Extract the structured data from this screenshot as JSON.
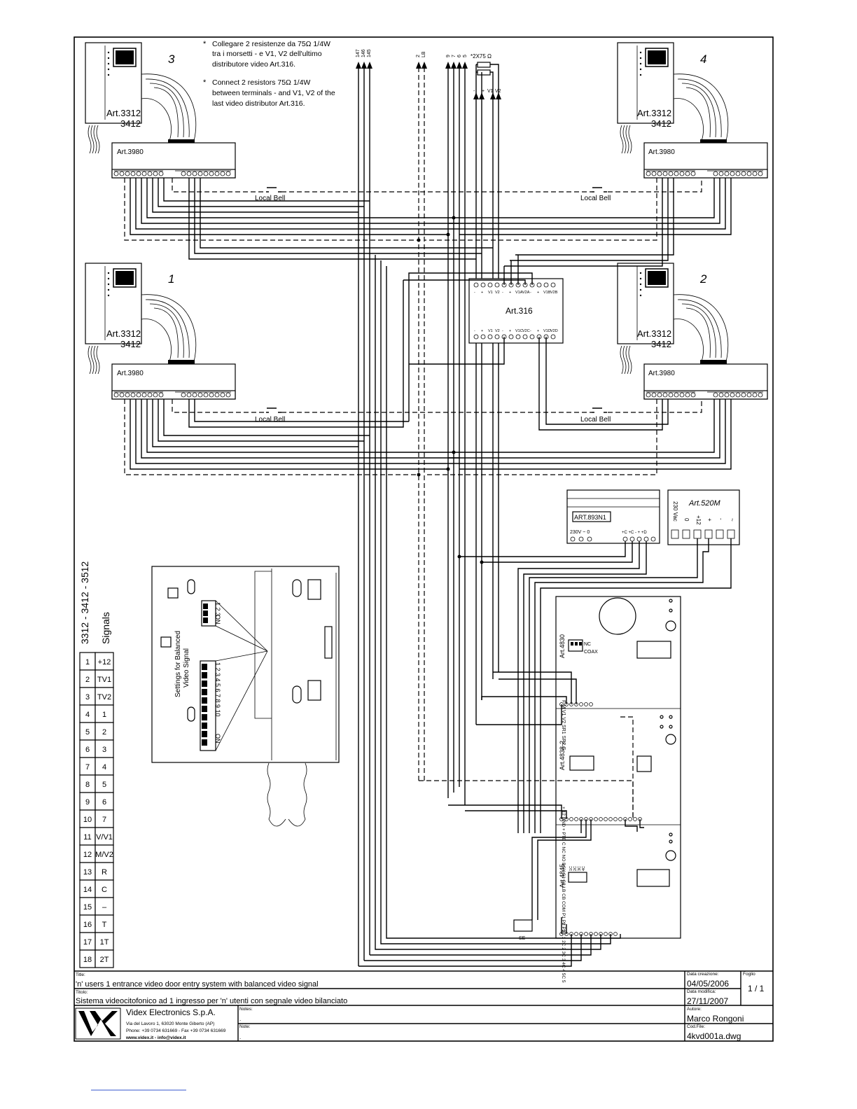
{
  "notes": {
    "it": [
      "Collegare 2 resistenze da    75Ω 1/4W",
      "tra i morsetti - e V1, V2 dell'ultimo",
      "distributore video Art.316."
    ],
    "en": [
      "Connect 2 resistors    75Ω 1/4W",
      "between terminals - and V1, V2 of the",
      "last video distributor Art.316."
    ],
    "bullet": "*"
  },
  "bus_labels": {
    "left_group": [
      "147",
      "146",
      "145"
    ],
    "mid_group": [
      "2",
      "LB"
    ],
    "right_group": [
      "9",
      "7",
      "6",
      "5"
    ],
    "resistor": "*2X75 Ω",
    "resistor_terms": [
      "-",
      "+",
      "V1",
      "V2"
    ]
  },
  "monitors": [
    {
      "num": "3",
      "art": "Art.3312",
      "art2": "3412",
      "base": "Art.3980",
      "bell": "Local Bell"
    },
    {
      "num": "4",
      "art": "Art.3312",
      "art2": "3412",
      "base": "Art.3980",
      "bell": "Local Bell"
    },
    {
      "num": "1",
      "art": "Art.3312",
      "art2": "3412",
      "base": "Art.3980",
      "bell": "Local Bell"
    },
    {
      "num": "2",
      "art": "Art.3312",
      "art2": "3412",
      "base": "Art.3980",
      "bell": "Local Bell"
    }
  ],
  "distributor": {
    "label": "Art.316",
    "terms_top": [
      "-",
      "+",
      "V1",
      "V2",
      "-",
      "+",
      "V1A",
      "V2A",
      "-",
      "+",
      "V1B",
      "V2B"
    ],
    "terms_bottom": [
      "-",
      "+",
      "V1",
      "V2",
      "-",
      "+",
      "V1C",
      "V2C",
      "-",
      "+",
      "V1D",
      "V2D"
    ]
  },
  "psu893": {
    "label": "ART.893N1",
    "terms": "230V  ~  0",
    "terms2": "+C  +C  -  +  +D"
  },
  "psu520": {
    "label": "Art.520M",
    "terms": [
      "230 Vac",
      "0",
      "+12",
      "+",
      "-",
      "~"
    ]
  },
  "signals": {
    "title": "3312 - 3412 - 3512",
    "subtitle": "Signals",
    "rows": [
      [
        "1",
        "+12"
      ],
      [
        "2",
        "TV1"
      ],
      [
        "3",
        "TV2"
      ],
      [
        "4",
        "1"
      ],
      [
        "5",
        "2"
      ],
      [
        "6",
        "3"
      ],
      [
        "7",
        "4"
      ],
      [
        "8",
        "5"
      ],
      [
        "9",
        "6"
      ],
      [
        "10",
        "7"
      ],
      [
        "11",
        "V/V1"
      ],
      [
        "12",
        "M/V2"
      ],
      [
        "13",
        "R"
      ],
      [
        "14",
        "C"
      ],
      [
        "15",
        "–"
      ],
      [
        "16",
        "T"
      ],
      [
        "17",
        "1T"
      ],
      [
        "18",
        "2T"
      ]
    ]
  },
  "settings": {
    "line1": "Settings for Balanced",
    "line2": "Video Signal",
    "on": "ON",
    "dip3": "1 2 3",
    "dip10": "1 2 3 4 5 6 7 8 9 10"
  },
  "panel": {
    "m4830": {
      "label": "Art.4830",
      "sw": [
        "NC",
        "COAX"
      ],
      "terms": "F  M  V1  V2  SR1  SR2  G"
    },
    "m4838": {
      "label": "Art.4838-2",
      "terms": "+  12  GND  +  PTE  C  NC  NO  BSY  S1  S2  LB  CB  COM  P1  P2  P3"
    },
    "m4845": {
      "label": "Art.4845",
      "sw": [
        "1C",
        "2C",
        "3C",
        "4C"
      ],
      "terms": "+  -  1C  1  2C  2  3C  3  4C  4  5C  5"
    },
    "se": "SE"
  },
  "title_block": {
    "title_lbl": "Title:",
    "title": "'n' users 1 entrance video door entry system with balanced video signal",
    "titolo_lbl": "Titolo:",
    "titolo": "Sistema videocitofonico ad 1 ingresso per 'n' utenti con segnale video bilanciato",
    "company": "Videx Electronics S.p.A.",
    "address": "Via del Lavoro 1, 63020 Monte Giberto (AP)",
    "phone": "Phone: +39 0734 631669 - Fax +39 0734 631669",
    "web": "www.videx.it - info@videx.it",
    "notes_lbl": "Notes:",
    "note_lbl": "Note:",
    "dot": ".",
    "created_lbl": "Data creazione:",
    "created": "04/05/2006",
    "modified_lbl": "Data modifica:",
    "modified": "27/11/2007",
    "author_lbl": "Autore:",
    "author": "Marco Rongoni",
    "file_lbl": "Cod.File:",
    "file": "4kvd001a.dwg",
    "sheet_lbl": "Foglio",
    "sheet": "1 / 1"
  }
}
